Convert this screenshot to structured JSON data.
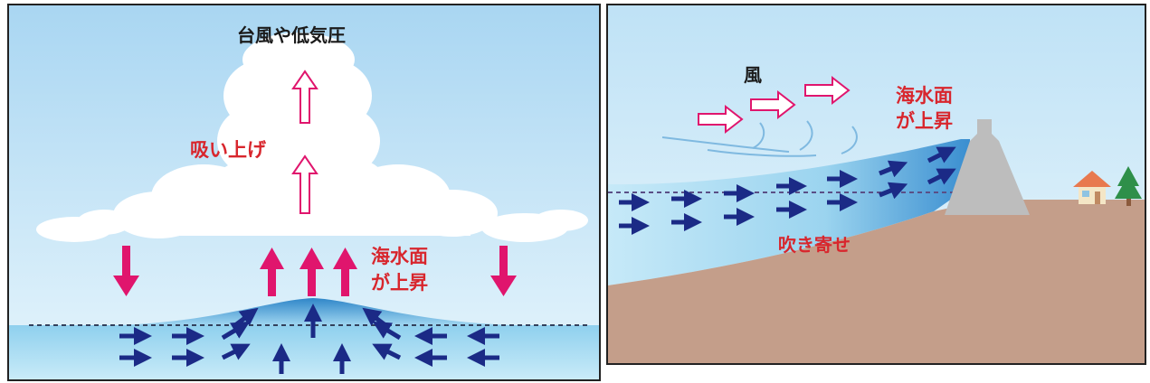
{
  "left_panel": {
    "title": "台風や低気圧",
    "suction_label": "吸い上げ",
    "sea_rise_line1": "海水面",
    "sea_rise_line2": "が上昇"
  },
  "right_panel": {
    "wind_label": "風",
    "sea_rise_line1": "海水面",
    "sea_rise_line2": "が上昇",
    "blow_label": "吹き寄せ"
  },
  "colors": {
    "sky": "#bfe2f6",
    "sea": "#a9dcf2",
    "land": "#c49e8a",
    "arrow_navy": "#1b2a86",
    "arrow_magenta": "#e0156d",
    "label_red": "#d8262d",
    "seawall": "#b9b9b9"
  }
}
